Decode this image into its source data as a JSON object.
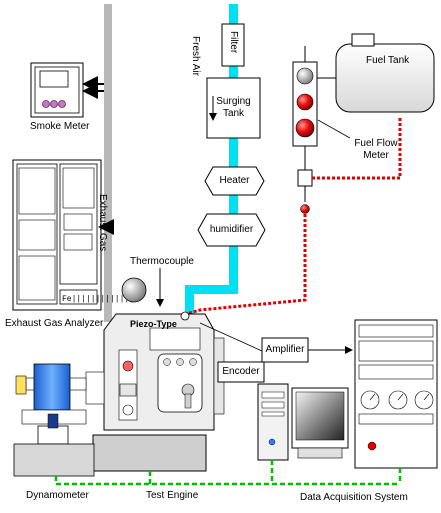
{
  "labels": {
    "smoke_meter": "Smoke Meter",
    "exhaust_gas_analyzer": "Exhaust Gas Analyzer",
    "exhaust_gas": "Exhaust Gas",
    "fresh_air": "Fresh Air",
    "filter": "Filter",
    "surging_tank": "Surging\nTank",
    "heater": "Heater",
    "humidifier": "humidifier",
    "fuel_tank": "Fuel Tank",
    "fuel_flow_meter": "Fuel Flow\nMeter",
    "thermocouple": "Thermocouple",
    "piezo_type": "Piezo-Type",
    "amplifier": "Amplifier",
    "encoder": "Encoder",
    "dynamometer": "Dynamometer",
    "test_engine": "Test Engine",
    "data_acquisition_system": "Data Acquisition System"
  },
  "analyzer_panel_text": "Fe|||||||||||||",
  "colors": {
    "air_duct": "#00e0f0",
    "exhaust_pipe": "#b8b8b8",
    "fuel_line": "#e00000",
    "signal_line": "#00c000",
    "dyno_blue": "#2a7fff"
  }
}
